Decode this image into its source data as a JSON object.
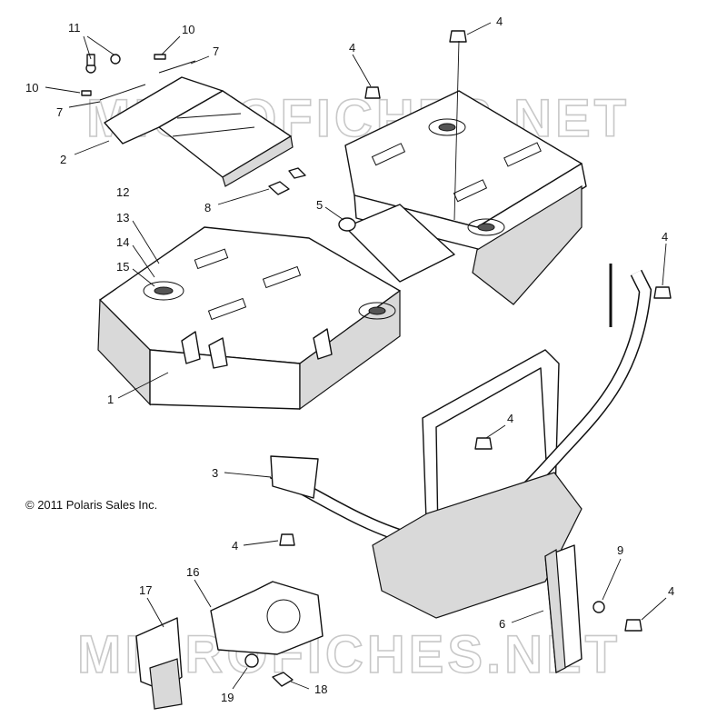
{
  "callouts": [
    {
      "label": "11"
    },
    {
      "label": "10"
    },
    {
      "label": "7"
    },
    {
      "label": "10"
    },
    {
      "label": "7"
    },
    {
      "label": "2"
    },
    {
      "label": "4"
    },
    {
      "label": "4"
    },
    {
      "label": "12"
    },
    {
      "label": "8"
    },
    {
      "label": "13"
    },
    {
      "label": "14"
    },
    {
      "label": "15"
    },
    {
      "label": "5"
    },
    {
      "label": "4"
    },
    {
      "label": "1"
    },
    {
      "label": "4"
    },
    {
      "label": "3"
    },
    {
      "label": "4"
    },
    {
      "label": "9"
    },
    {
      "label": "4"
    },
    {
      "label": "6"
    },
    {
      "label": "16"
    },
    {
      "label": "17"
    },
    {
      "label": "19"
    },
    {
      "label": "18"
    }
  ],
  "copyright": "© 2011 Polaris Sales Inc.",
  "watermark": {
    "text": "MICROFICHES.NET"
  }
}
